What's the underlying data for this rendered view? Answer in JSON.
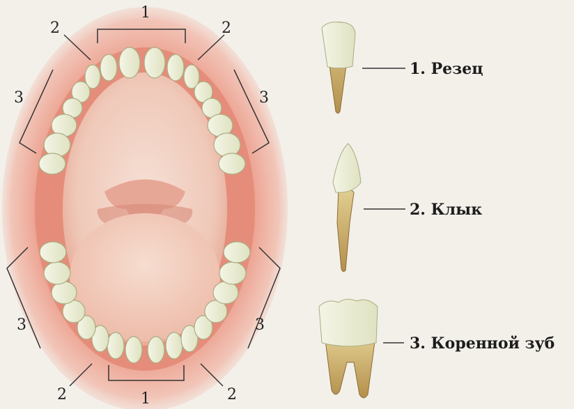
{
  "jaw_labels": {
    "upper_center": "1",
    "upper_left": "2",
    "upper_right": "2",
    "upper_left_side": "3",
    "upper_right_side": "3",
    "lower_center": "1",
    "lower_left": "2",
    "lower_right": "2",
    "lower_left_side": "3",
    "lower_right_side": "3"
  },
  "tooth_types": [
    {
      "label": "1. Резец"
    },
    {
      "label": "2. Клык"
    },
    {
      "label": "3. Коренной зуб"
    }
  ],
  "colors": {
    "gum": "#e8836e",
    "tongue": "#f2d3c4",
    "tooth": "#e9ecd2",
    "root": "#c9a763",
    "background": "#f3f0ea"
  }
}
